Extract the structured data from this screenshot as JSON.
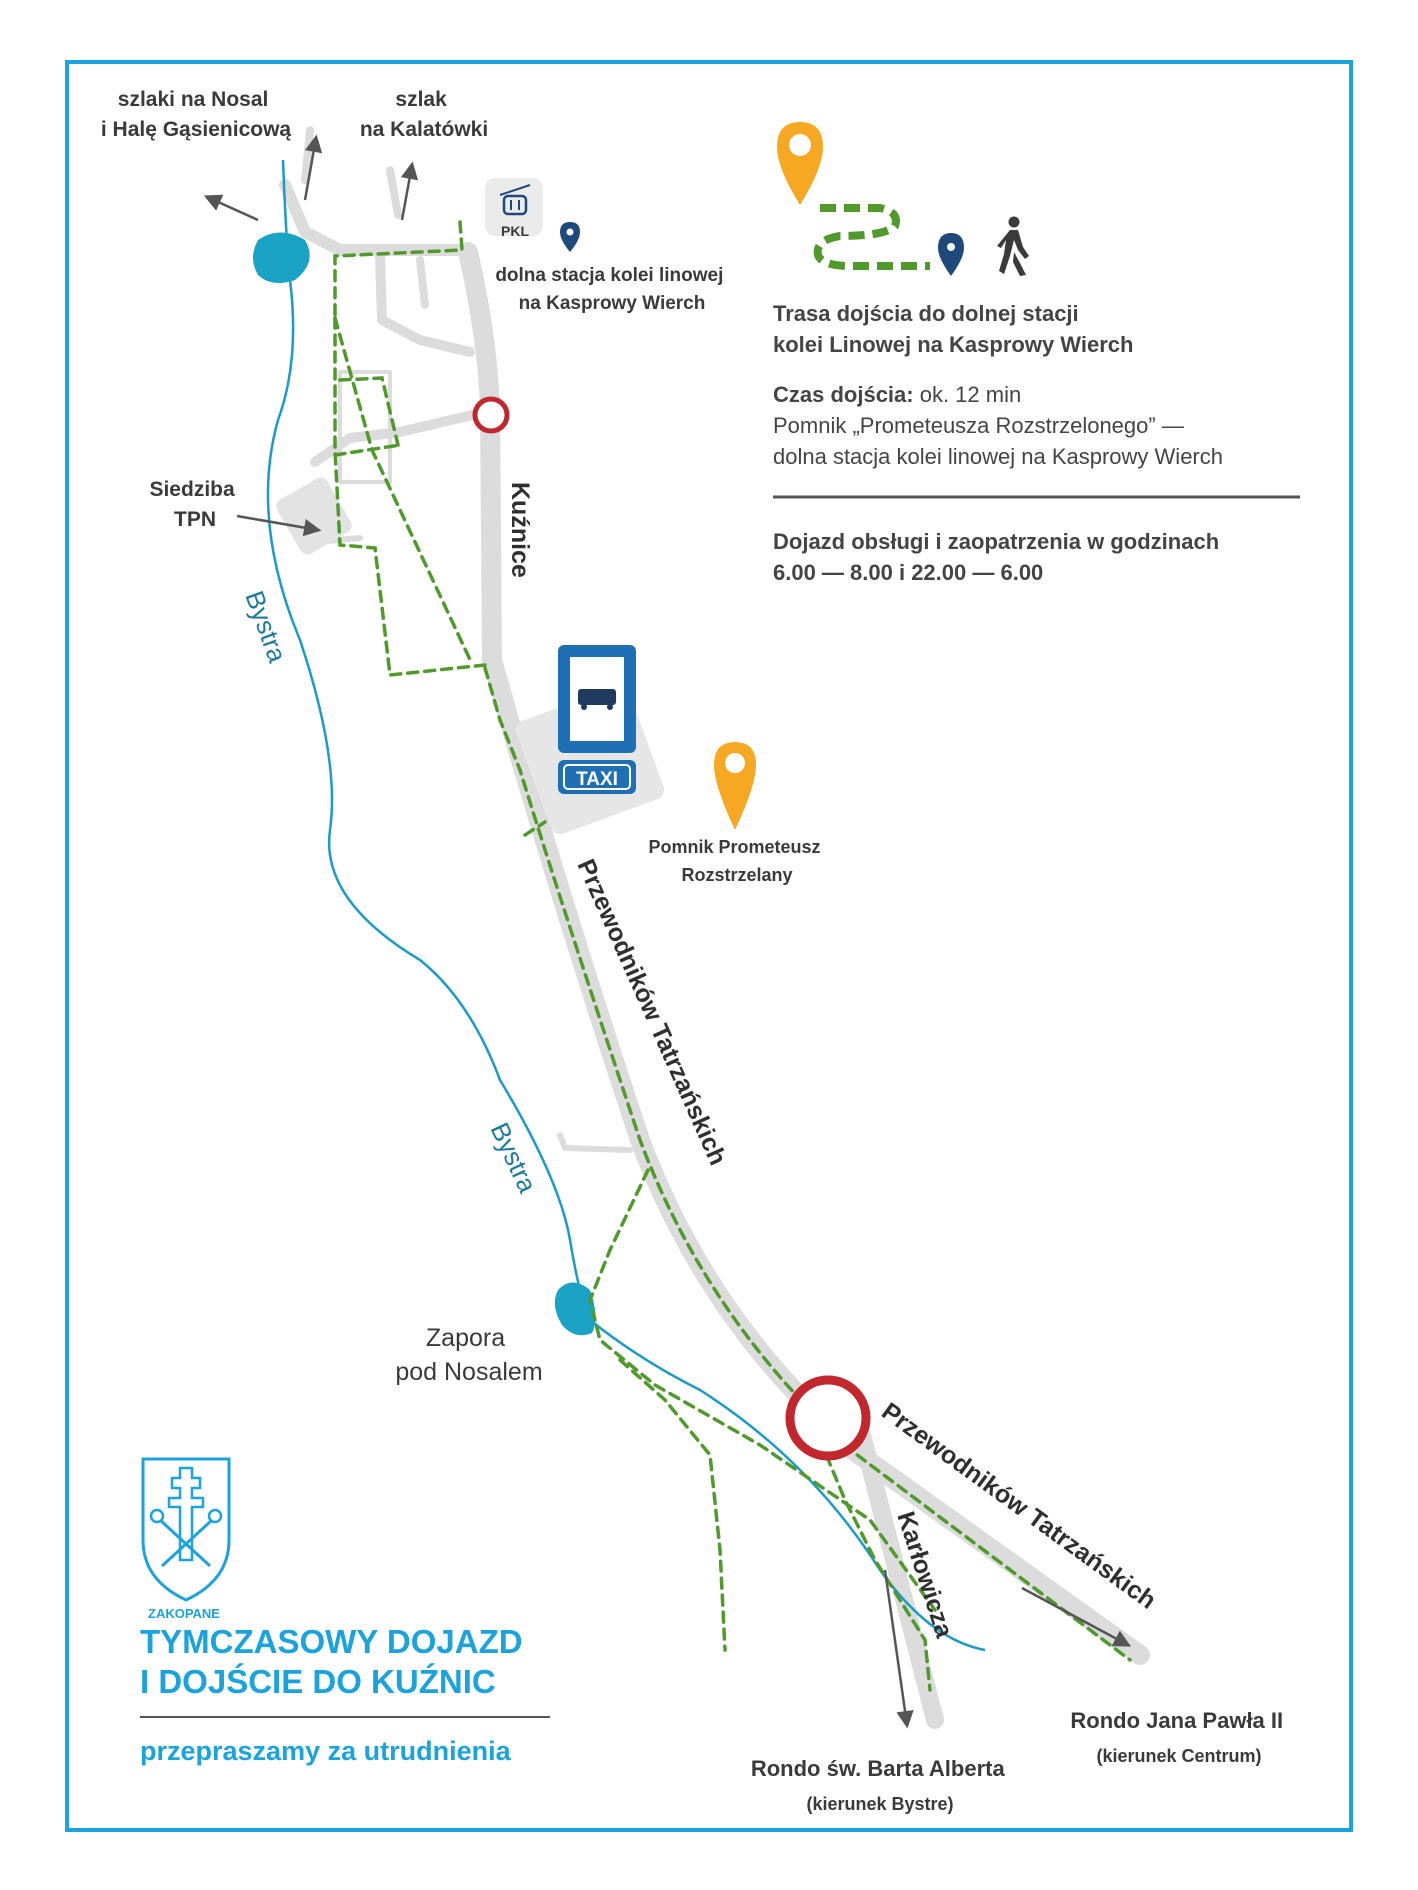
{
  "labels": {
    "trails_nosal": [
      "szlaki na Nosal",
      "i Halę Gąsienicową"
    ],
    "trail_kalatowki": [
      "szlak",
      "na Kalatówki"
    ],
    "pkl": "PKL",
    "lower_station": [
      "dolna stacja kolei linowej",
      "na Kasprowy Wierch"
    ],
    "tpn": [
      "Siedziba",
      "TPN"
    ],
    "bystra_1": "Bystra",
    "bystra_2": "Bystra",
    "kuznice": "Kuźnice",
    "taxi": "TAXI",
    "monument": [
      "Pomnik Prometeusz",
      "Rozstrzelany"
    ],
    "street_przewodnikow_1": "Przewodników Tatrzańskich",
    "street_przewodnikow_2": "Przewodników Tatrzańskich",
    "street_karlowicza": "Karłowicza",
    "dam": [
      "Zapora",
      "pod Nosalem"
    ],
    "rondo_alberta": [
      "Rondo św. Barta Alberta",
      "(kierunek Bystre)"
    ],
    "rondo_jp2": [
      "Rondo Jana Pawła II",
      "(kierunek Centrum)"
    ],
    "logo_city": "ZAKOPANE"
  },
  "legend": {
    "route_title_1": "Trasa dojścia do dolnej stacji",
    "route_title_2": "kolei Linowej na Kasprowy Wierch",
    "time_label": "Czas dojścia:",
    "time_value": " ok. 12 min",
    "segment_1": "Pomnik „Prometeusza Rozstrzelonego” —",
    "segment_2": "dolna stacja kolei linowej na Kasprowy Wierch",
    "service_1": "Dojazd obsługi i zaopatrzenia w godzinach",
    "service_2": "6.00 — 8.00 i 22.00 — 6.00"
  },
  "title": {
    "line_1": "TYMCZASOWY DOJAZD",
    "line_2": "I DOJŚCIE DO KUŹNIC",
    "apology": "przepraszamy za utrudnienia"
  },
  "colors": {
    "frame": "#1aa3dd",
    "river": "#1a9bc9",
    "lake": "#1aa3c4",
    "road": "#dcdcdc",
    "route": "#4f9a2b",
    "roundabout": "#c1272d",
    "pin_orange": "#f7a823",
    "pin_blue": "#1d4a7a",
    "bus_sign": "#1f6fb5"
  }
}
